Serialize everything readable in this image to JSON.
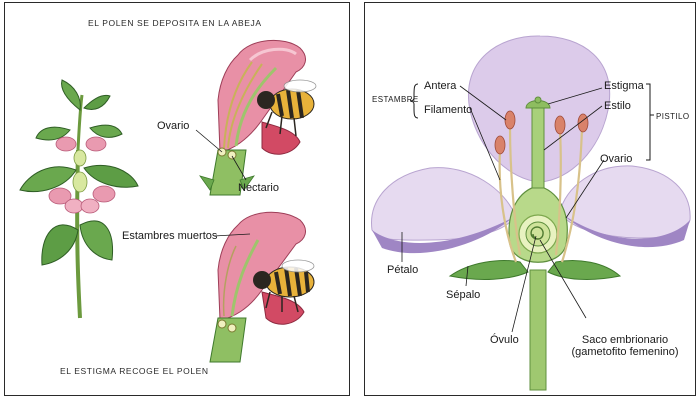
{
  "left_panel": {
    "top_caption": "EL POLEN SE DEPOSITA EN LA ABEJA",
    "bottom_caption": "EL ESTIGMA RECOGE EL POLEN",
    "labels": {
      "ovario": "Ovario",
      "nectario": "Nectario",
      "estambres_muertos": "Estambres muertos"
    }
  },
  "right_panel": {
    "labels": {
      "estambre": "ESTAMBRE",
      "antera": "Antera",
      "filamento": "Filamento",
      "estigma": "Estigma",
      "estilo": "Estilo",
      "pistilo": "PISTILO",
      "ovario": "Ovario",
      "petalo": "Pétalo",
      "sepalo": "Sépalo",
      "ovulo": "Óvulo",
      "saco_line1": "Saco embrionario",
      "saco_line2": "(gametofito femenino)"
    }
  },
  "colors": {
    "petal_lilac": "#d9c6e8",
    "petal_dark": "#9f86c4",
    "green": "#9fc870",
    "dark_green": "#4f8a3a",
    "pink": "#e48aa0",
    "red": "#d5445e",
    "bee_yellow": "#e8b23a",
    "bee_black": "#2b2620"
  }
}
